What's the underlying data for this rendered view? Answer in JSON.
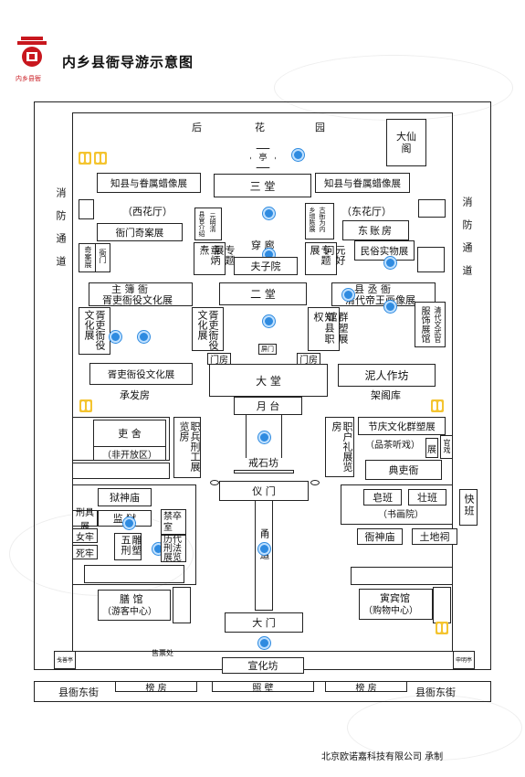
{
  "header": {
    "logo_text": "内乡县衙",
    "title": "内乡县衙导游示意图"
  },
  "footer": {
    "credit": "北京欧诺嘉科技有限公司  承制"
  },
  "streets": {
    "left_road": "消防通道",
    "right_road": "消防通道",
    "bottom_left": "县衙东街",
    "bottom_right": "县衙东街",
    "bangfang_left": "榜    房",
    "zhaobi": "照    壁",
    "bangfang_right": "榜    房"
  },
  "buildings": {
    "houhuayuan_1": "后",
    "houhuayuan_2": "花",
    "houhuayuan_3": "园",
    "daxian": "大仙阁",
    "ting": "亭",
    "santang": "三    堂",
    "zhixian_left": "知县与眷属蜡像展",
    "zhixian_right": "知县与眷属蜡像展",
    "xihuating": "（西花厅）",
    "donghuating": "（东花厅）",
    "yamen_qian": "衙门奇案展",
    "dongzhangfang": "东账房",
    "qian_an_zhan": "奇案展",
    "yamen_small": "衙门",
    "xianguan_intro": "县官介绍",
    "yuanming_qing": "元明清",
    "guyi_neixiang": "古衙为内",
    "xiangzeng": "乡增陈展",
    "minsu": "民俗实物展",
    "zhuanti_left": "专题展",
    "zhangbingjing": "章炳焘",
    "chuanlang": "穿    廊",
    "fuziyuan": "夫子院",
    "zhuanti_right": "专题展",
    "yuanhaowen": "元好问",
    "zhubu": "主    簿    衙",
    "xuyi_top": "胥吏衙役文化展",
    "ertang": "二    堂",
    "xiancheng": "县    丞    衙",
    "qingdai_diwang": "清代帝王画像展",
    "fushi": "服饰展馆",
    "qingdai_wenwu": "清代文武官",
    "xuli_wenhua_left": "胥吏衙役文化展",
    "xuli_wenhua_mid": "胥吏衙役文化展",
    "qunsu": "群塑展馆",
    "zhixian_zhiquan": "知县职权",
    "pingmen": "屏门",
    "menfang_left": "门房",
    "menfang_right": "门房",
    "xuli_bottom": "胥吏衙役文化展",
    "datang": "大    堂",
    "niren": "泥人作坊",
    "chengfa": "承发房",
    "jiage": "架阁库",
    "yuetai": "月    台",
    "lishe": "吏    舍",
    "fei_kaifang": "（非开放区）",
    "zhibing_xing_gong": "职兵刑工展览房",
    "jieshifang": "戒石坊",
    "jieqing_qunsu": "节庆文化群塑展",
    "pincha": "（品茶听戏）",
    "zhan_small": "展",
    "guanxi": "官戏",
    "zhihu_li": "职户礼展览房",
    "dianli": "典吏衙",
    "yimen": "仪    门",
    "yushen": "狱神庙",
    "jianyu": "监    狱",
    "jinzu": "禁卒室",
    "xingju": "刑具展",
    "nvlao": "女牢",
    "silao": "死牢",
    "diaosu_wuxing": "雕塑五刑",
    "lidai_xingfa": "历代刑法展览",
    "yongdao": "甬道",
    "zaoban": "皂班",
    "zhuangban": "壮班",
    "kuaiban": "快班",
    "shuhuayuan": "（书画院）",
    "yashen": "衙神庙",
    "tudici": "土地祠",
    "shanguan": "膳    馆",
    "youke": "（游客中心）",
    "yinbin": "寅宾馆",
    "gouwu": "（购物中心）",
    "damen": "大    门",
    "shoupiao": "售票处",
    "jianshan": "戋善亭",
    "shenming": "申明亭",
    "xuanhua": "宣化坊"
  },
  "colors": {
    "dot": "#2f8be0",
    "wc": "#f4c430",
    "logo": "#c8171e"
  }
}
